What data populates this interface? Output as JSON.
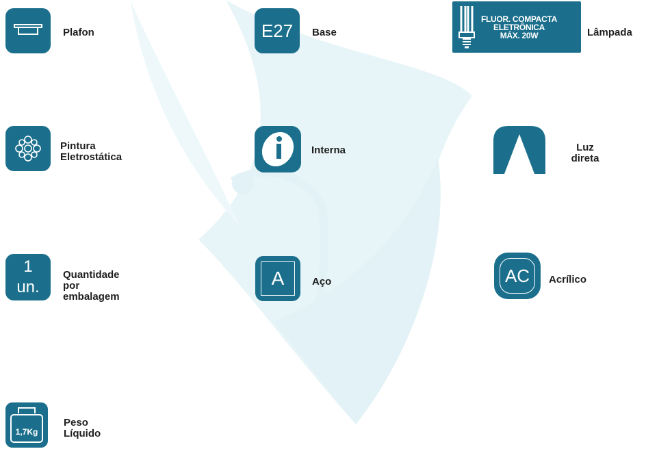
{
  "colors": {
    "icon_bg": "#1b6f8c",
    "leaf": "#e6f4f7",
    "text": "#1e1e1e"
  },
  "features": {
    "plafon": {
      "icon": "plafon-icon",
      "label": "Plafon"
    },
    "base": {
      "icon_text": "E27",
      "label": "Base"
    },
    "lampada": {
      "icon": "bulb-icon",
      "icon_text": "FLUOR. COMPACTA\nELETRÔNICA\nMÁX. 20W",
      "label": "Lâmpada"
    },
    "pintura": {
      "icon": "flower-pattern-icon",
      "label": "Pintura\nEletrostática"
    },
    "interna": {
      "icon": "info-icon",
      "icon_text": "i",
      "label": "Interna"
    },
    "luz": {
      "icon": "light-cone-icon",
      "label": "Luz\ndireta"
    },
    "quantidade": {
      "icon_text_top": "1",
      "icon_text_bottom": "un.",
      "label": "Quantidade\npor embalagem"
    },
    "aco": {
      "icon_text": "A",
      "label": "Aço"
    },
    "acrilico": {
      "icon_text": "AC",
      "label": "Acrílico"
    },
    "peso": {
      "icon": "weight-icon",
      "icon_text": "1,7Kg",
      "label": "Peso\nLíquido"
    }
  }
}
